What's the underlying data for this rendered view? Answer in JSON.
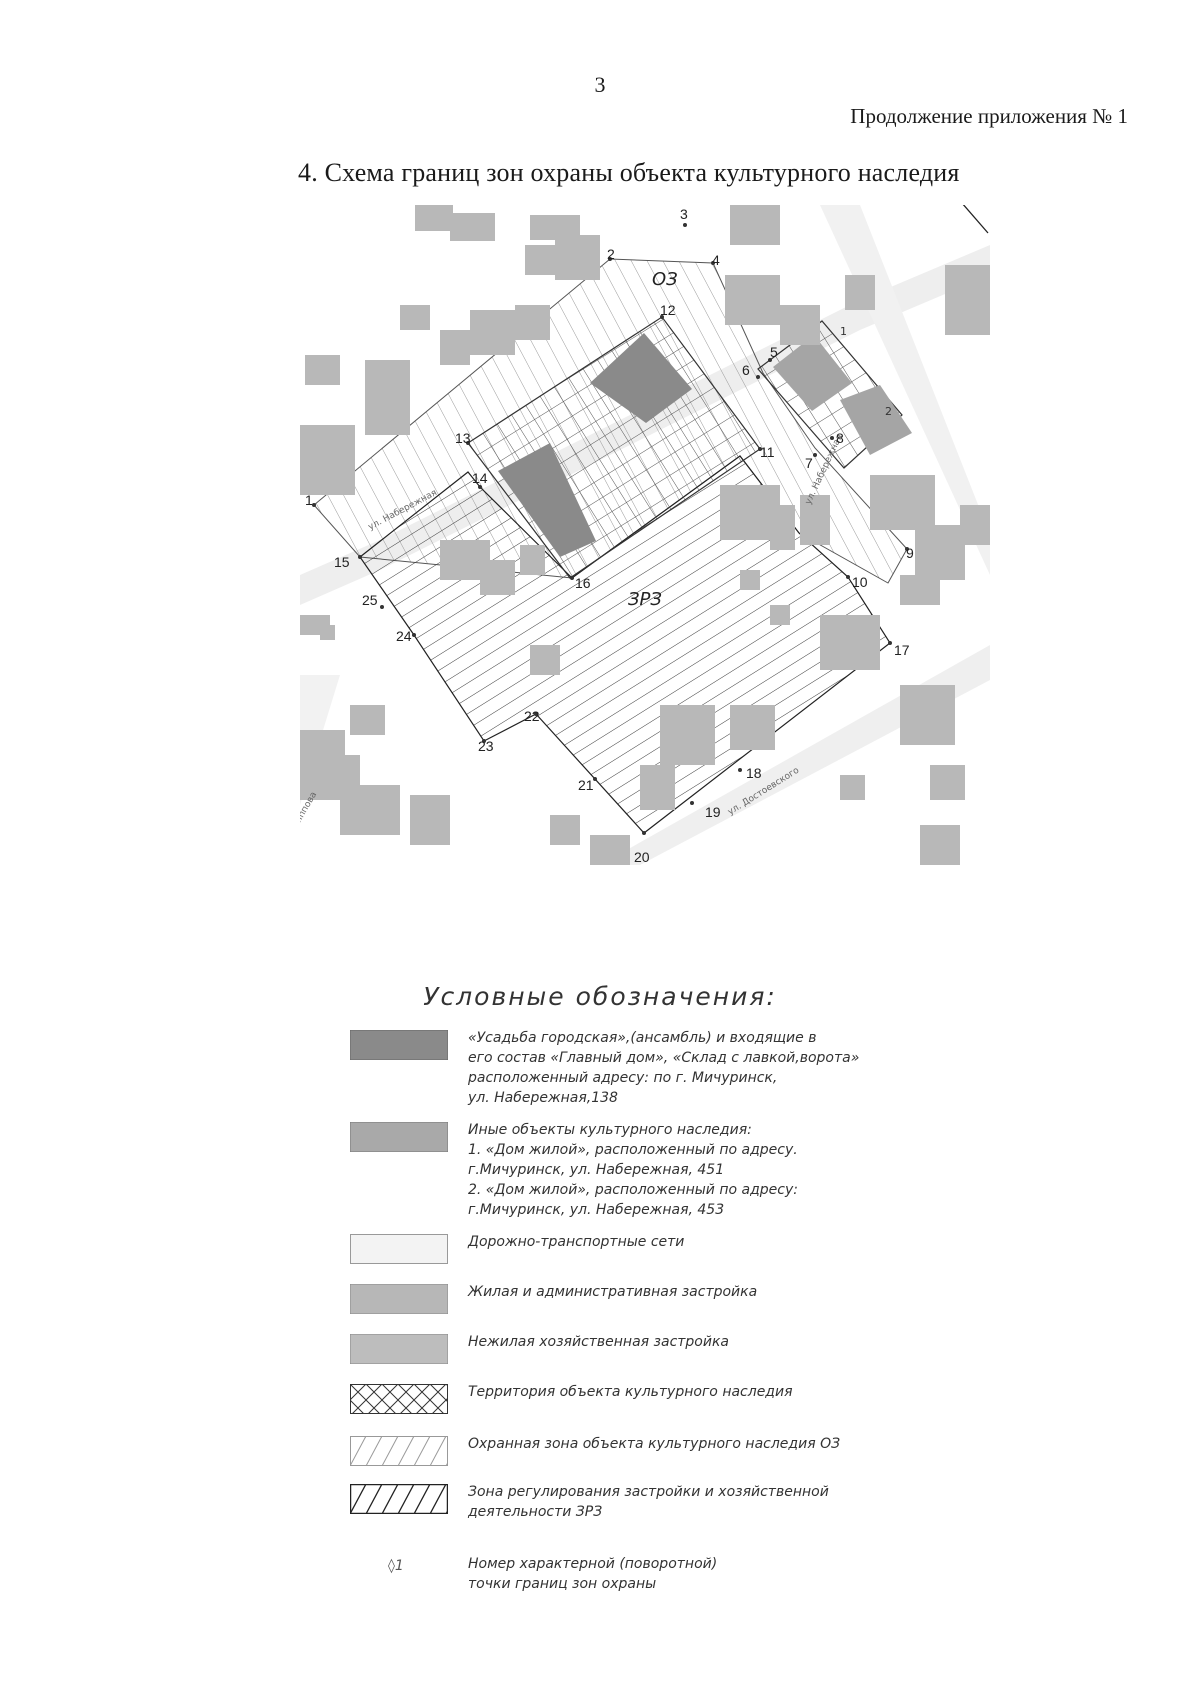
{
  "page": {
    "number": "3",
    "header_note": "Продолжение приложения № 1",
    "title": "4. Схема границ зон охраны объекта культурного наследия"
  },
  "map": {
    "zone_labels": {
      "oz": "ОЗ",
      "zrz": "ЗРЗ"
    },
    "street_labels": [
      "ул. Набережная",
      "ул. Достоевского",
      "Филиппова"
    ],
    "building_markers": [
      "1",
      "2"
    ],
    "boundary_points": [
      "1",
      "2",
      "3",
      "4",
      "5",
      "6",
      "7",
      "8",
      "9",
      "10",
      "11",
      "12",
      "13",
      "14",
      "15",
      "16",
      "17",
      "18",
      "19",
      "20",
      "21",
      "22",
      "23",
      "24",
      "25"
    ],
    "colors": {
      "main_estate": "#8a8a8a",
      "other_heritage": "#a9a9a9",
      "residential": "#b7b7b7",
      "outbuilding": "#bdbdbd",
      "road": "#eeeeee",
      "line": "#3a3a3a"
    }
  },
  "legend": {
    "title": "Условные обозначения:",
    "items": [
      {
        "key": "main_estate",
        "lines": [
          "«Усадьба   городская»,(ансамбль) и входящие в",
          "его состав «Главный дом», «Склад с лавкой,ворота»",
          "расположенный адресу: по г. Мичуринск,",
          "ул. Набережная,138"
        ]
      },
      {
        "key": "other_heritage",
        "lines": [
          "Иные   объекты   культурного   наследия:",
          "1.  «Дом  жилой»,  расположенный  по  адресу.",
          "г.Мичуринск, ул. Набережная, 451",
          "2.  «Дом  жилой»,  расположенный  по  адресу:",
          "г.Мичуринск, ул. Набережная, 453"
        ]
      },
      {
        "key": "road",
        "lines": [
          "Дорожно-транспортные сети"
        ]
      },
      {
        "key": "residential",
        "lines": [
          "Жилая и административная застройка"
        ]
      },
      {
        "key": "outbuilding",
        "lines": [
          "Нежилая хозяйственная застройка"
        ]
      },
      {
        "key": "territory",
        "lines": [
          "Территория объекта культурного наследия"
        ]
      },
      {
        "key": "oz",
        "lines": [
          "Охранная зона объекта культурного наследия ОЗ"
        ]
      },
      {
        "key": "zrz",
        "lines": [
          "Зона регулирования застройки и хозяйственной",
          "деятельности ЗРЗ"
        ]
      },
      {
        "key": "point",
        "symbol": "◊1",
        "lines": [
          "Номер характерной (поворотной)",
          "точки границ зон охраны"
        ]
      }
    ]
  }
}
